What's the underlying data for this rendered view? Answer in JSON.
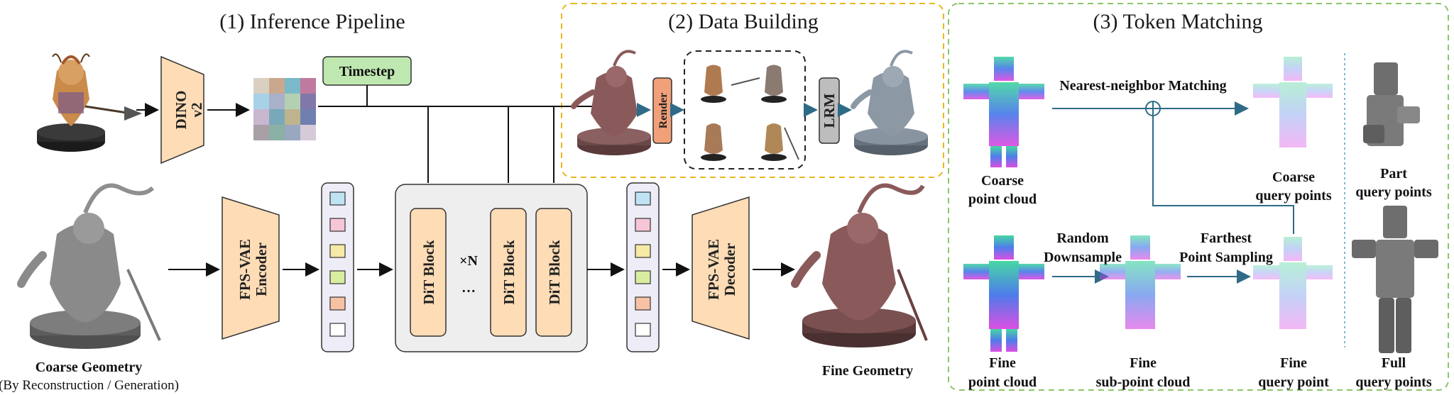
{
  "sections": {
    "inference_title": "(1) Inference Pipeline",
    "data_title": "(2) Data Building",
    "token_title": "(3) Token Matching"
  },
  "inference": {
    "dino_line1": "DINO",
    "dino_line2": "v2",
    "timestep": "Timestep",
    "encoder_line1": "FPS-VAE",
    "encoder_line2": "Encoder",
    "decoder_line1": "FPS-VAE",
    "decoder_line2": "Decoder",
    "dit_block": "DiT Block",
    "times_n": "×N",
    "ellipsis": "…",
    "coarse_geometry": "Coarse Geometry",
    "coarse_geometry_sub": "(By Reconstruction / Generation)",
    "fine_geometry": "Fine Geometry",
    "token_colors": [
      "#bfe3f2",
      "#f6c6d6",
      "#f7e9a6",
      "#d9eda0",
      "#f7c2a4",
      "#ffffff"
    ],
    "patch_colors": [
      "#d9d0c1",
      "#c9a88e",
      "#79b9c9",
      "#c07aa0",
      "#a7d1e6",
      "#a9b0c9",
      "#b3d0b2",
      "#8078a8",
      "#c9b6cf",
      "#79a9b9",
      "#bfb48d",
      "#6f7fb0",
      "#a8a0a6",
      "#8bb0a5",
      "#9aa7c0",
      "#d7cad8"
    ]
  },
  "data_building": {
    "render": "Render",
    "lrm": "LRM"
  },
  "token_matching": {
    "nn_matching": "Nearest-neighbor Matching",
    "coarse_point_cloud_1": "Coarse",
    "coarse_point_cloud_2": "point cloud",
    "coarse_query_1": "Coarse",
    "coarse_query_2": "query points",
    "random_1": "Random",
    "random_2": "Downsample",
    "farthest_1": "Farthest",
    "farthest_2": "Point Sampling",
    "fine_point_cloud_1": "Fine",
    "fine_point_cloud_2": "point cloud",
    "fine_sub_1": "Fine",
    "fine_sub_2": "sub-point cloud",
    "fine_query_1": "Fine",
    "fine_query_2": "query point",
    "part_query_1": "Part",
    "part_query_2": "query points",
    "full_query_1": "Full",
    "full_query_2": "query points"
  }
}
